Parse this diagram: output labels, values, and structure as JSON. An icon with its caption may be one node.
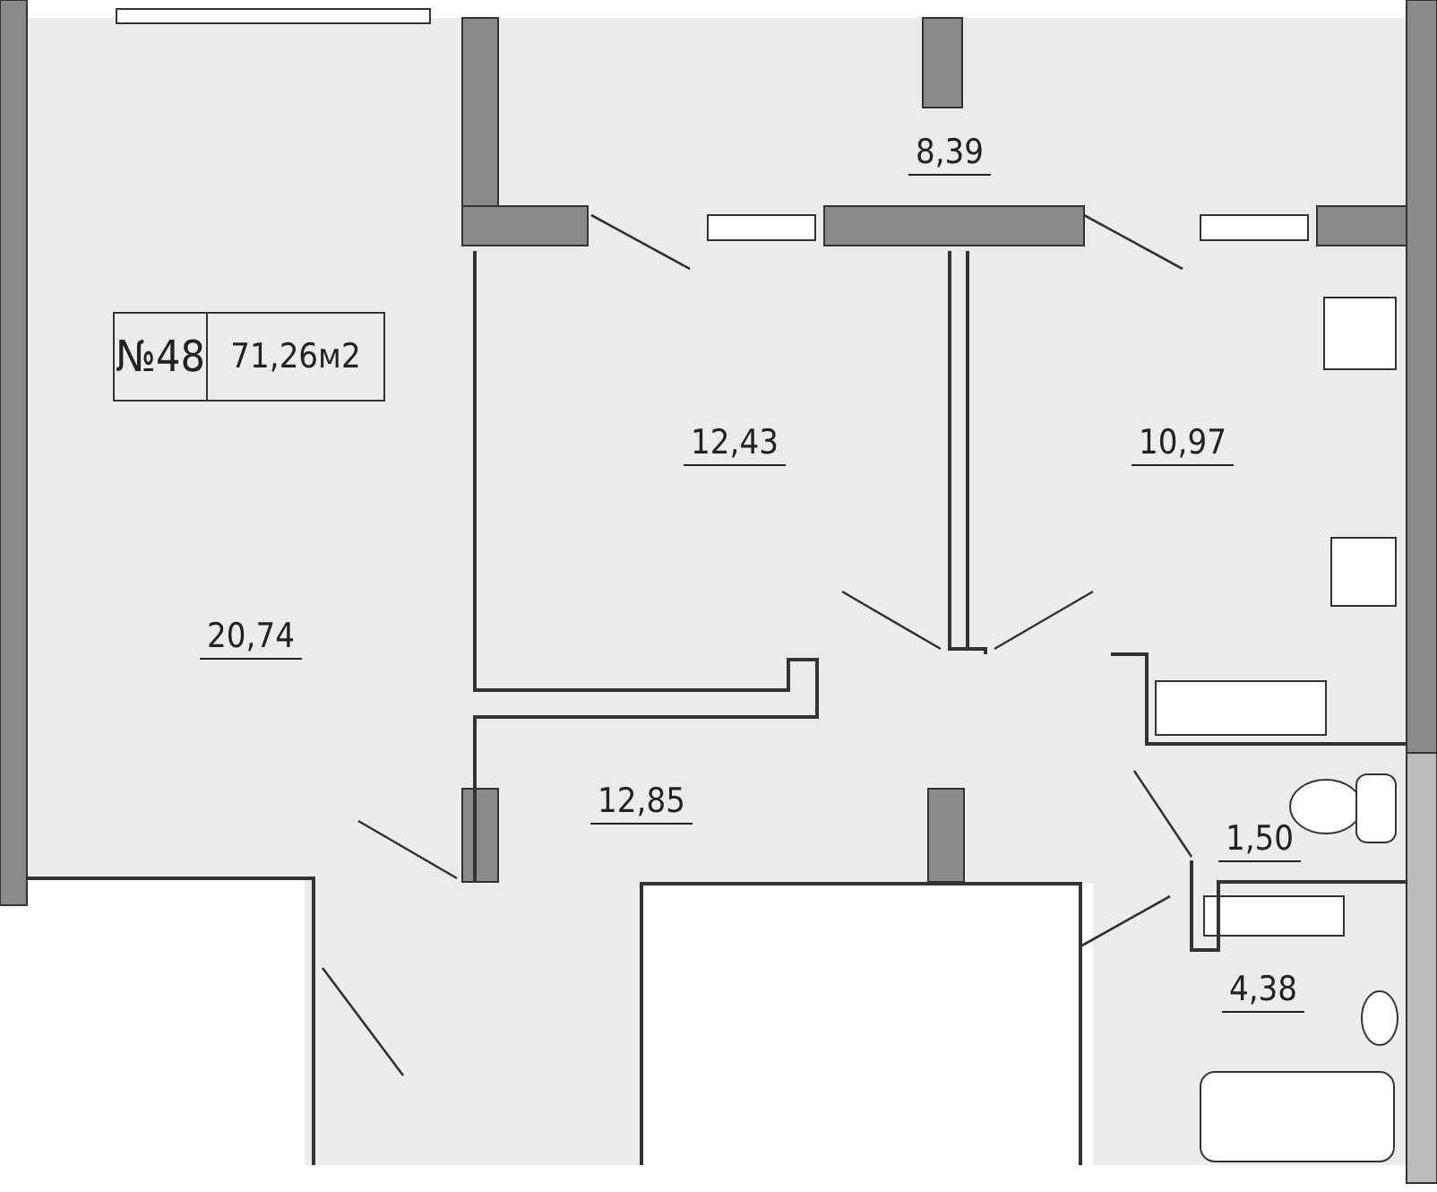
{
  "diagram": {
    "nodes": [
      {
        "text": [
          "№48",
          "71,26м2"
        ]
      }
    ],
    "edges": [],
    "labels": [
      "8,39",
      "12,43",
      "10,97",
      "20,74",
      "12,85",
      "1,50",
      "4,38"
    ]
  }
}
